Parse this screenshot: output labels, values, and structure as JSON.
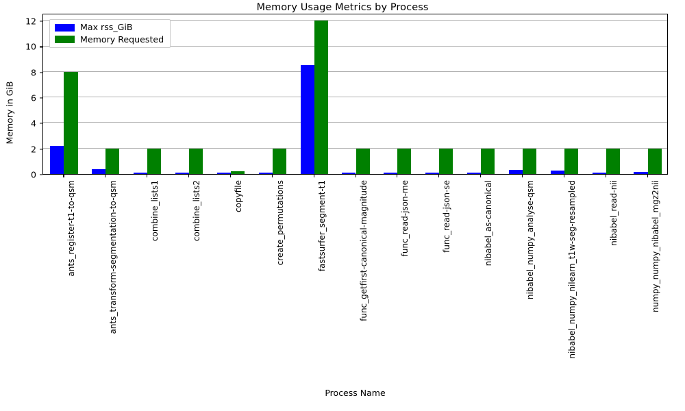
{
  "chart_data": {
    "type": "bar",
    "title": "Memory Usage Metrics by Process",
    "xlabel": "Process Name",
    "ylabel": "Memory in GiB",
    "ylim": [
      0,
      12.6
    ],
    "yticks": [
      0,
      2,
      4,
      6,
      8,
      10,
      12
    ],
    "grid": true,
    "legend_position": "upper left",
    "categories": [
      "ants_register-t1-to-qsm",
      "ants_transform-segmentation-to-qsm",
      "combine_lists1",
      "combine_lists2",
      "copyfile",
      "create_permutations",
      "fastsurfer_segment-t1",
      "func_getfirst-canonical-magnitude",
      "func_read-json-me",
      "func_read-json-se",
      "nibabel_as-canonical",
      "nibabel_numpy_analyse-qsm",
      "nibabel_numpy_nilearn_t1w-seg-resampled",
      "nibabel_read-nii",
      "numpy_numpy_nibabel_mgz2nii"
    ],
    "series": [
      {
        "name": "Max rss_GiB",
        "color": "#0000ff",
        "values": [
          2.2,
          0.4,
          0.12,
          0.12,
          0.1,
          0.12,
          8.5,
          0.12,
          0.12,
          0.12,
          0.12,
          0.3,
          0.25,
          0.12,
          0.18
        ]
      },
      {
        "name": "Memory Requested",
        "color": "#008000",
        "values": [
          8.0,
          2.0,
          2.0,
          2.0,
          0.2,
          2.0,
          12.0,
          2.0,
          2.0,
          2.0,
          2.0,
          2.0,
          2.0,
          2.0,
          2.0
        ]
      }
    ]
  }
}
